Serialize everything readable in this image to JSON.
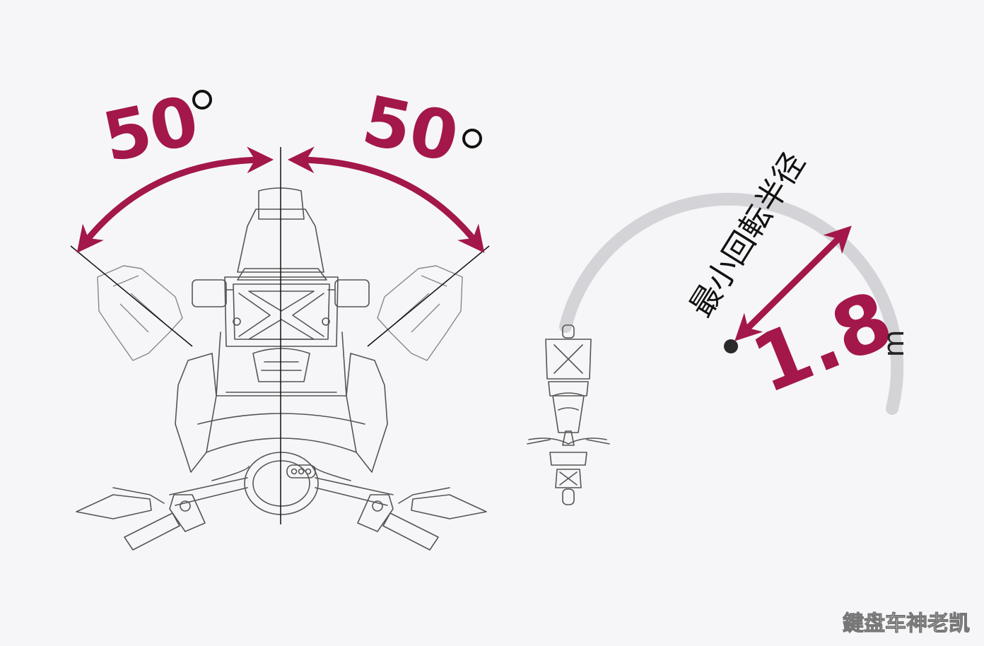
{
  "steering": {
    "left_angle": "50",
    "right_angle": "50"
  },
  "turning": {
    "label": "最小回転半径",
    "value": "1.8",
    "unit": "m"
  },
  "watermark": "鍵盘车神老凯",
  "colors": {
    "accent": "#a3174a",
    "background": "#f6f6f8",
    "arc": "#d4d4d8",
    "line_art": "#555555"
  }
}
